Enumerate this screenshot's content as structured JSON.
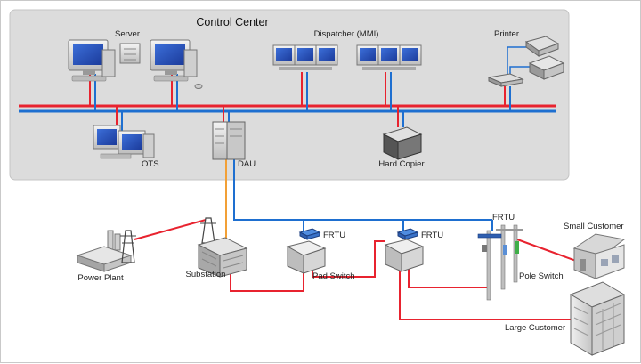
{
  "title": "Control Center",
  "labels": {
    "server": "Server",
    "dispatcher": "Dispatcher (MMI)",
    "printer": "Printer",
    "ots": "OTS",
    "dau": "DAU",
    "hard_copier": "Hard Copier",
    "power_plant": "Power Plant",
    "substation": "Substation",
    "frtu_1": "FRTU",
    "frtu_2": "FRTU",
    "frtu_3": "FRTU",
    "pad_switch": "Pad Switch",
    "pole_switch": "Pole Switch",
    "small_customer": "Small Customer",
    "large_customer": "Large Customer"
  },
  "colors": {
    "panel": "#dcdcdc",
    "power_line": "#e8232f",
    "data_line": "#1e6fd0",
    "feeder_line": "#f2a036"
  }
}
